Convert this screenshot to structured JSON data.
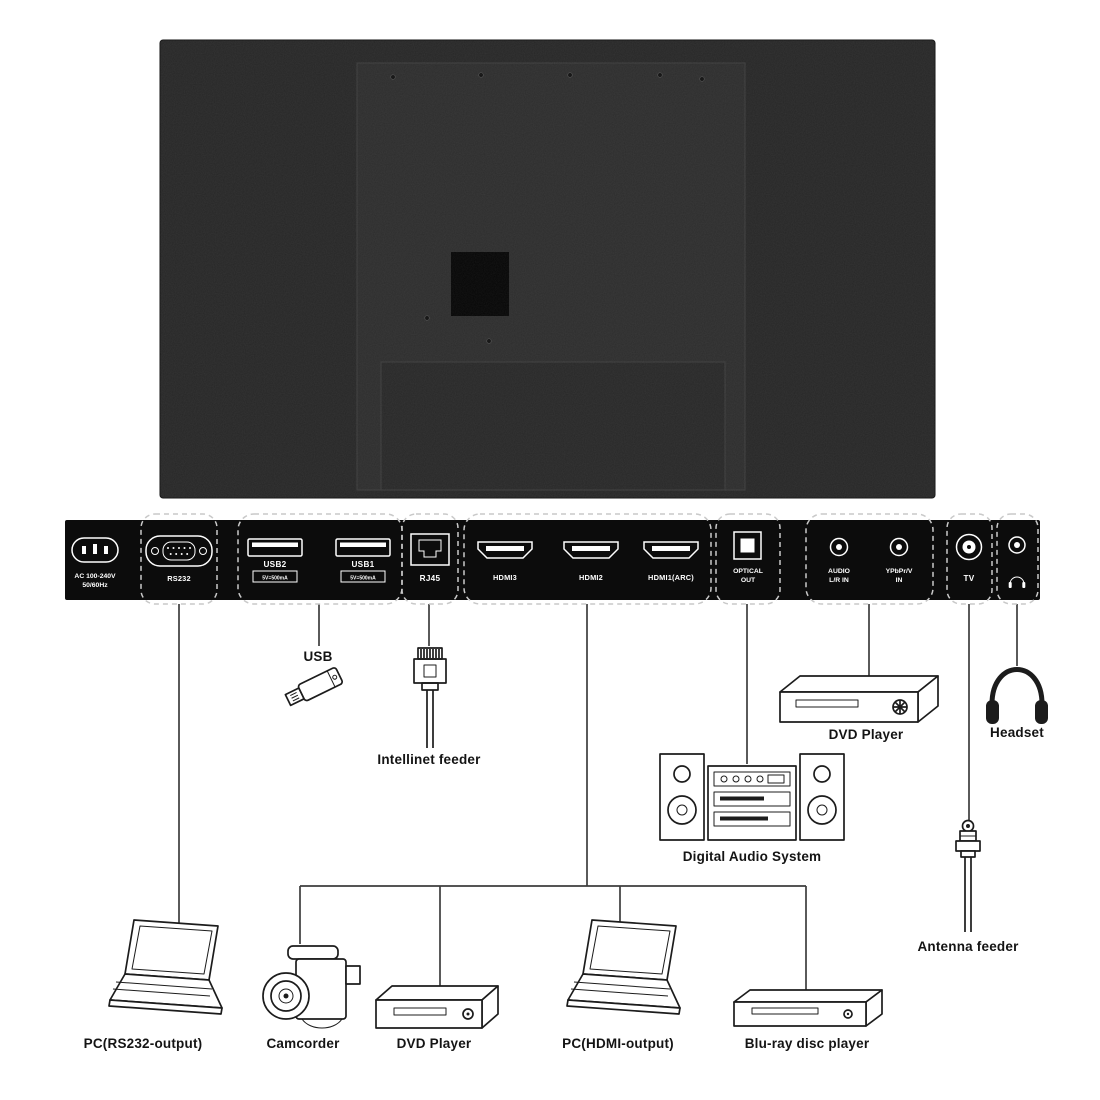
{
  "colors": {
    "panel": "#0c0c0c",
    "tv_back": "#262626",
    "background": "#ffffff"
  },
  "panel": {
    "ac1": "AC 100-240V",
    "ac2": "50/60Hz",
    "rs232": "RS232",
    "usb2": "USB2",
    "usb2_rating": "5V=500mA",
    "usb1": "USB1",
    "usb1_rating": "5V=500mA",
    "rj45": "RJ45",
    "hdmi3": "HDMI3",
    "hdmi2": "HDMI2",
    "hdmi1": "HDMI1(ARC)",
    "optical1": "OPTICAL",
    "optical2": "OUT",
    "audio1": "AUDIO",
    "audio2": "L/R IN",
    "ypbpr1": "YPbPr/V",
    "ypbpr2": "IN",
    "tv": "TV"
  },
  "devices": {
    "usb_label": "USB",
    "intellinet": "Intellinet feeder",
    "digital_audio": "Digital Audio System",
    "dvd_top": "DVD Player",
    "headset": "Headset",
    "antenna": "Antenna feeder",
    "pc_rs232": "PC(RS232-output)",
    "camcorder": "Camcorder",
    "dvd_bottom": "DVD Player",
    "pc_hdmi": "PC(HDMI-output)",
    "bluray": "Blu-ray disc player"
  }
}
